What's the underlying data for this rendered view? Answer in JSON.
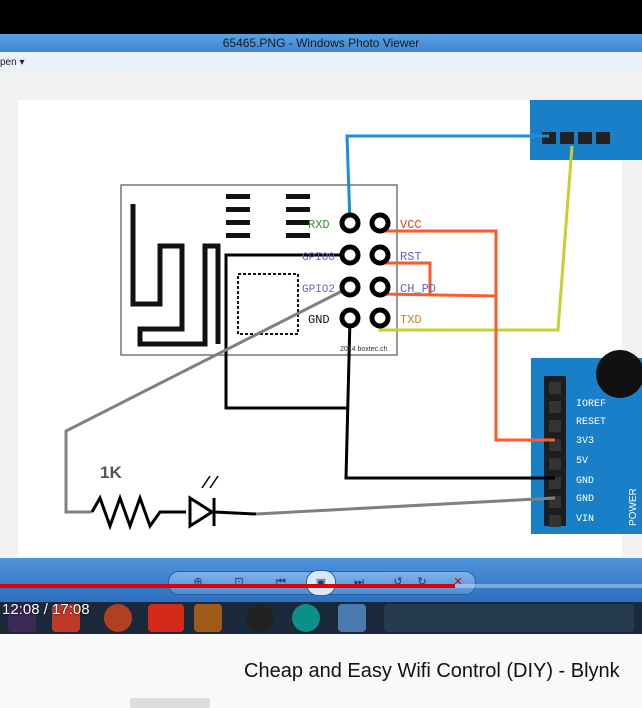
{
  "window": {
    "title": "65465.PNG - Windows Photo Viewer",
    "menu_open": "pen ▾"
  },
  "diagram": {
    "pins_left": [
      "RXD",
      "GPIO0",
      "GPIO2",
      "GND"
    ],
    "pins_right": [
      "VCC",
      "RST",
      "CH_PD",
      "TXD"
    ],
    "board_credit": "2014 boxtec.ch",
    "resistor_label": "1K",
    "power_pins": [
      "IOREF",
      "RESET",
      "3V3",
      "5V",
      "GND",
      "GND",
      "VIN"
    ],
    "power_label": "POWER",
    "colors": {
      "rx_wire": "#1a8fd6",
      "tx_wire": "#c8d030",
      "vcc_wire": "#ff5a2c",
      "gnd_wire": "#000000",
      "gpio_wire": "#808080",
      "arduino_blue": "#1a7fc9"
    }
  },
  "player": {
    "time": "12:08 / 17:08",
    "progress_fraction": 0.708
  },
  "video_title": "Cheap and Easy Wifi Control (DIY) - Blynk"
}
